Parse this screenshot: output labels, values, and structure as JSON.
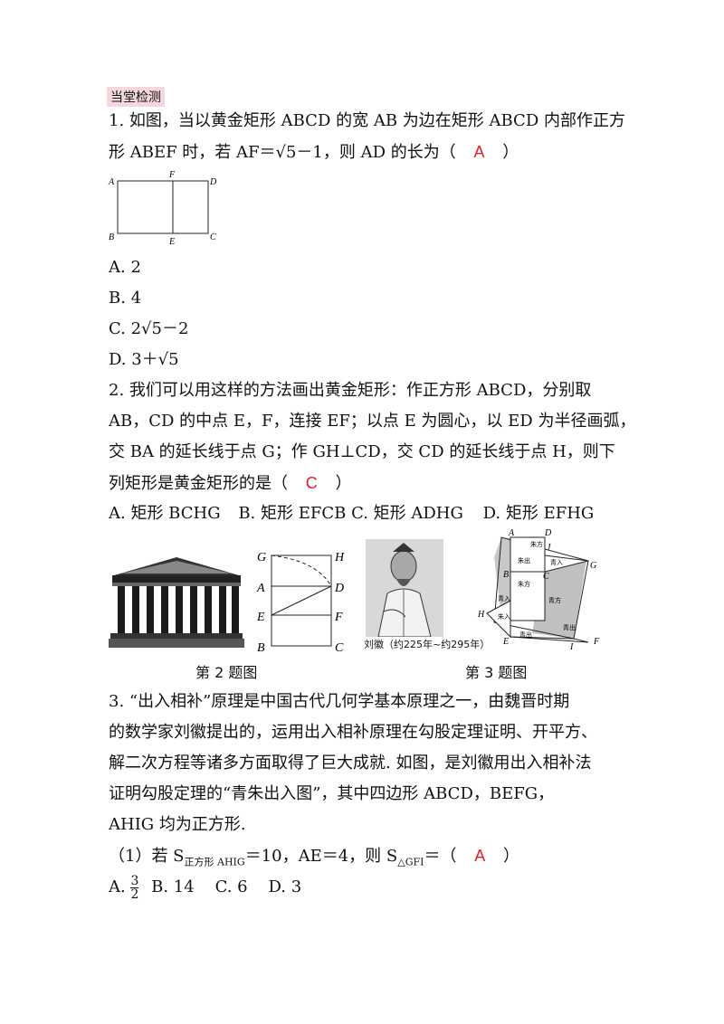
{
  "section_tag": "当堂检测",
  "q1": {
    "line1": "1. 如图，当以黄金矩形 ABCD 的宽 AB 为边在矩形 ABCD 内部作正方",
    "line2a": "形 ABEF 时，若 AF＝√5－1，则 AD 的长为（",
    "answer": "A",
    "line2b": "）",
    "fig_labels": [
      "A",
      "F",
      "D",
      "B",
      "E",
      "C"
    ],
    "options": [
      "A. 2",
      "B. 4",
      "C. 2√5－2",
      "D. 3＋√5"
    ]
  },
  "q2": {
    "line1": "2. 我们可以用这样的方法画出黄金矩形：作正方形 ABCD，分别取",
    "line2": "AB，CD 的中点 E，F，连接 EF；以点 E 为圆心，以 ED 为半径画弧，",
    "line3": "交 BA 的延长线于点 G；作 GH⊥CD，交 CD 的延长线于点 H，则下",
    "line4a": "列矩形是黄金矩形的是（",
    "answer": "C",
    "line4b": "）",
    "options": [
      "A. 矩形 BCHG",
      "B. 矩形 EFCB",
      "C. 矩形 ADHG",
      "D. 矩形 EFHG"
    ],
    "fig_labels": [
      "G",
      "H",
      "A",
      "D",
      "E",
      "F",
      "B",
      "C"
    ],
    "portrait_caption": "刘徽（约225年~约295年）",
    "caption": "第 2 题图"
  },
  "q3": {
    "line1": "3. “出入相补”原理是中国古代几何学基本原理之一，由魏晋时期",
    "line2": "的数学家刘徽提出的，运用出入相补原理在勾股定理证明、开平方、",
    "line3": "解二次方程等诸多方面取得了巨大成就. 如图，是刘徽用出入相补法",
    "line4": "证明勾股定理的“青朱出入图”，其中四边形 ABCD，BEFG，",
    "line5": "AHIG 均为正方形.",
    "sub1a": "（1）若 S",
    "sub1_sub1": "正方形 AHIG",
    "sub1b": "＝10，AE＝4，则 S",
    "sub1_sub2": "△GFI",
    "sub1c": "＝（",
    "answer": "A",
    "sub1d": "）",
    "opt_a_prefix": "A.",
    "opt_a_num": "3",
    "opt_a_den": "2",
    "options_rest": "B. 14    C. 6    D. 3",
    "fig_labels": [
      "A",
      "D",
      "J",
      "B",
      "C",
      "G",
      "H",
      "E",
      "I",
      "F"
    ],
    "fig_region_labels": [
      "朱方",
      "朱出",
      "青入",
      "朱入",
      "青入",
      "青方",
      "青出",
      "青出",
      "朱方"
    ],
    "caption": "第 3 题图"
  }
}
